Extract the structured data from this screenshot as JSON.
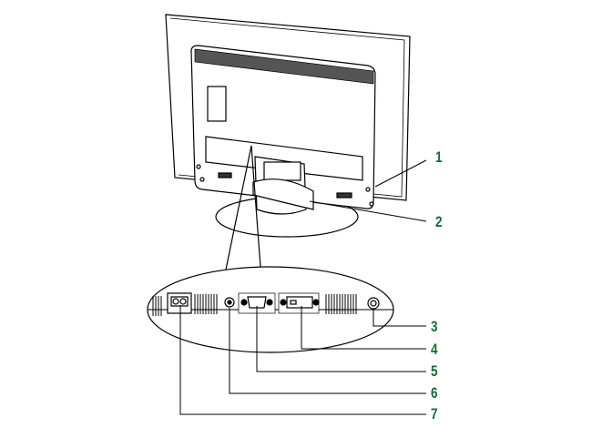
{
  "accent_color": "#1a6b3a",
  "callouts": [
    {
      "number": "1"
    },
    {
      "number": "2"
    },
    {
      "number": "3"
    },
    {
      "number": "4"
    },
    {
      "number": "5"
    },
    {
      "number": "6"
    },
    {
      "number": "7"
    }
  ]
}
